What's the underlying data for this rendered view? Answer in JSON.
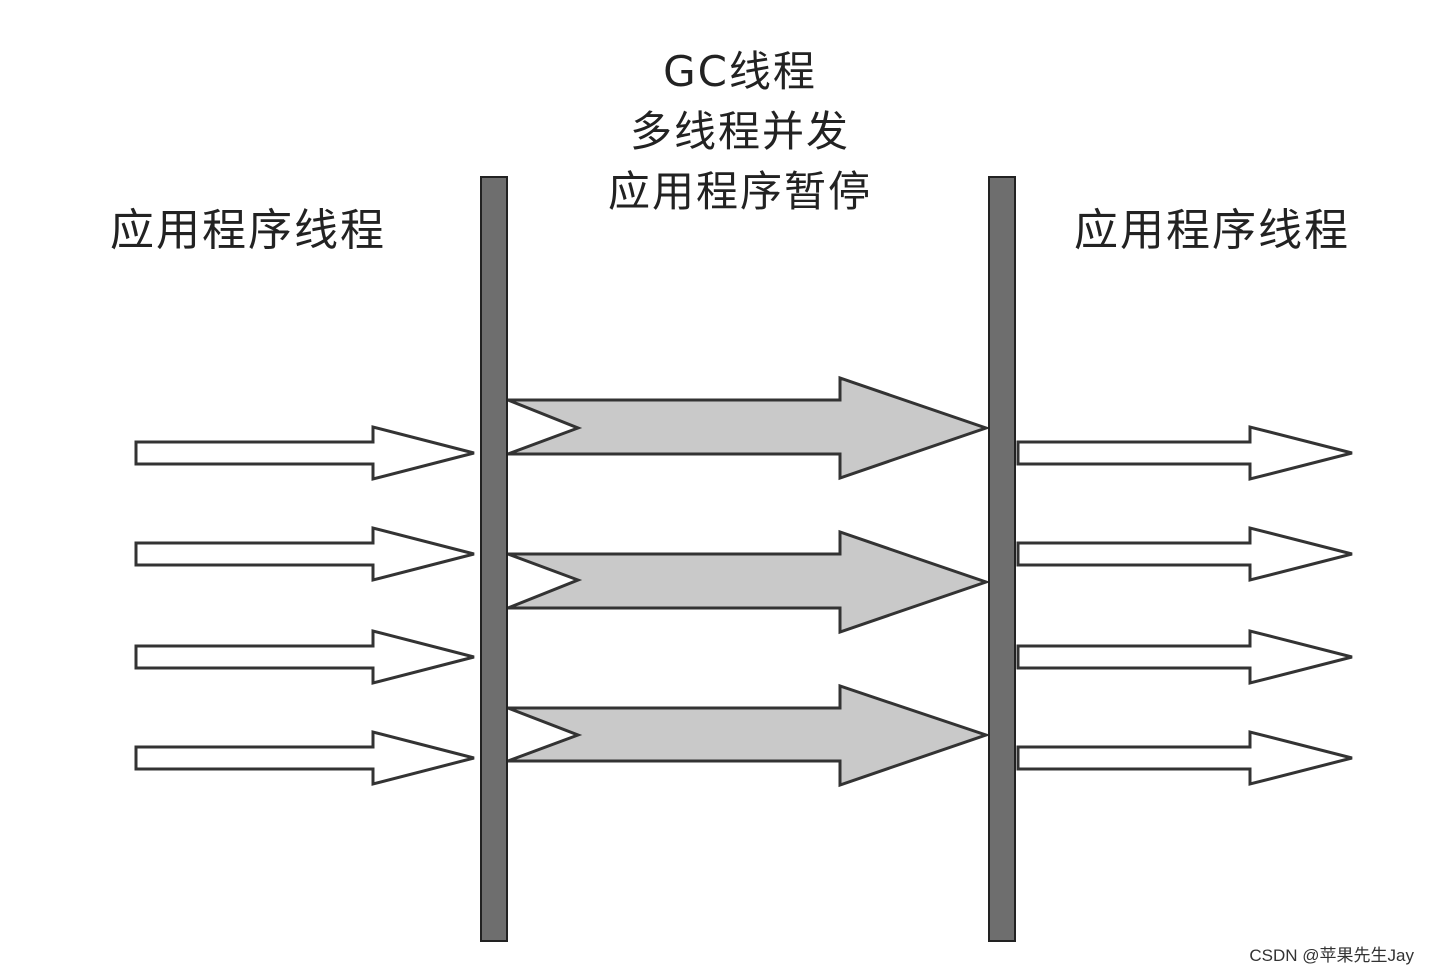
{
  "labels": {
    "left": "应用程序线程",
    "right": "应用程序线程",
    "center_lines": [
      "GC线程",
      "多线程并发",
      "应用程序暂停"
    ]
  },
  "watermark": "CSDN @苹果先生Jay",
  "colors": {
    "bar": "#6e6e6e",
    "bar_stroke": "#222222",
    "app_arrow_fill": "#ffffff",
    "gc_arrow_fill": "#c9c9c9",
    "arrow_stroke": "#333333"
  },
  "diagram": {
    "app_thread_count_left": 4,
    "gc_thread_count": 3,
    "app_thread_count_right": 4
  }
}
